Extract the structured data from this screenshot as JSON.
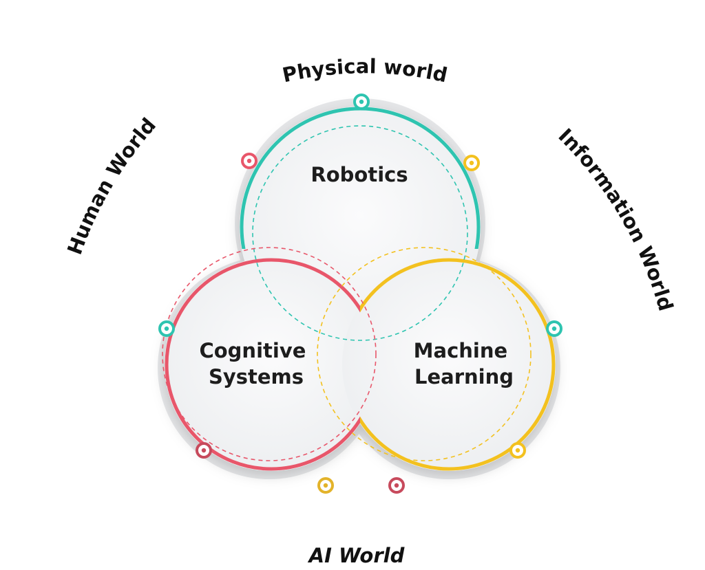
{
  "diagram": {
    "circles": [
      {
        "key": "robotics",
        "lines": [
          "Robotics"
        ],
        "color": "#2ec4b0"
      },
      {
        "key": "cognitive",
        "lines": [
          "Cognitive",
          "Systems"
        ],
        "color": "#e8566a"
      },
      {
        "key": "machine",
        "lines": [
          "Machine",
          "Learning"
        ],
        "color": "#f3c11f"
      }
    ],
    "worlds": {
      "top": "Physical world",
      "left": "Human World",
      "right": "Information World",
      "bottom": "AI World"
    }
  }
}
